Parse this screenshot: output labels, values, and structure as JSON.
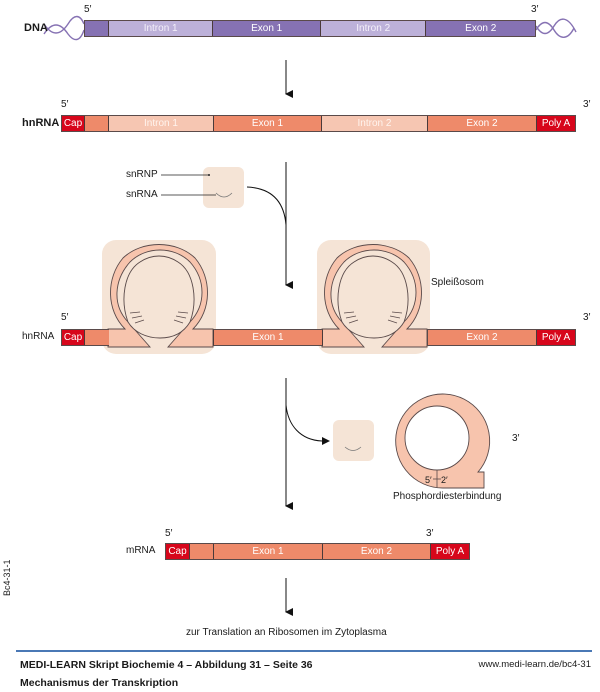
{
  "diagram": {
    "title": "Mechanismus der Transkription",
    "dna": {
      "label": "DNA",
      "five_prime": "5′",
      "three_prime": "3′",
      "segments": [
        {
          "label": "",
          "type": "dna-dark"
        },
        {
          "label": "Intron 1",
          "type": "dna-light"
        },
        {
          "label": "Exon 1",
          "type": "dna-dark"
        },
        {
          "label": "Intron 2",
          "type": "dna-light"
        },
        {
          "label": "Exon 2",
          "type": "dna-dark"
        }
      ]
    },
    "hnrna": {
      "label": "hnRNA",
      "five_prime": "5′",
      "three_prime": "3′",
      "segments": [
        {
          "label": "Cap",
          "type": "rna-cap"
        },
        {
          "label": "",
          "type": "rna-exon"
        },
        {
          "label": "Intron 1",
          "type": "rna-intron"
        },
        {
          "label": "Exon 1",
          "type": "rna-exon"
        },
        {
          "label": "Intron 2",
          "type": "rna-intron"
        },
        {
          "label": "Exon 2",
          "type": "rna-exon"
        },
        {
          "label": "Poly A",
          "type": "rna-cap"
        }
      ]
    },
    "snrnp": {
      "snrnp_label": "snRNP",
      "snrna_label": "snRNA"
    },
    "spliceosome": {
      "label": "Spleißosom",
      "hnrna_label": "hnRNA",
      "five_prime": "5′",
      "three_prime": "3′",
      "segments": [
        {
          "label": "Cap",
          "type": "rna-cap"
        },
        {
          "label": "",
          "type": "rna-exon"
        },
        {
          "label": "Exon 1",
          "type": "rna-exon"
        },
        {
          "label": "Exon 2",
          "type": "rna-exon"
        },
        {
          "label": "Poly A",
          "type": "rna-cap"
        }
      ]
    },
    "lariat": {
      "three_prime": "3′",
      "bond_five": "5′",
      "bond_two": "2′",
      "bond_label": "Phosphordiesterbindung"
    },
    "mrna": {
      "label": "mRNA",
      "five_prime": "5′",
      "three_prime": "3′",
      "segments": [
        {
          "label": "Cap",
          "type": "rna-cap"
        },
        {
          "label": "",
          "type": "rna-exon"
        },
        {
          "label": "Exon 1",
          "type": "rna-exon"
        },
        {
          "label": "Exon 2",
          "type": "rna-exon"
        },
        {
          "label": "Poly A",
          "type": "rna-cap"
        }
      ]
    },
    "translation_note": "zur Translation an Ribosomen im Zytoplasma"
  },
  "footer": {
    "source": "MEDI-LEARN Skript Biochemie 4 – Abbildung 31 – Seite 36",
    "caption": "Mechanismus der Transkription",
    "url": "www.medi-learn.de/bc4-31",
    "side_code": "Bc4-31-1"
  },
  "colors": {
    "dna_dark": "#8672b3",
    "dna_light": "#bdb1d9",
    "rna_cap": "#d7061b",
    "rna_exon": "#ee8a6a",
    "rna_intron": "#f6c6b2",
    "spliceosome_bg": "#f5e4d6",
    "footer_rule": "#4a78b5"
  }
}
